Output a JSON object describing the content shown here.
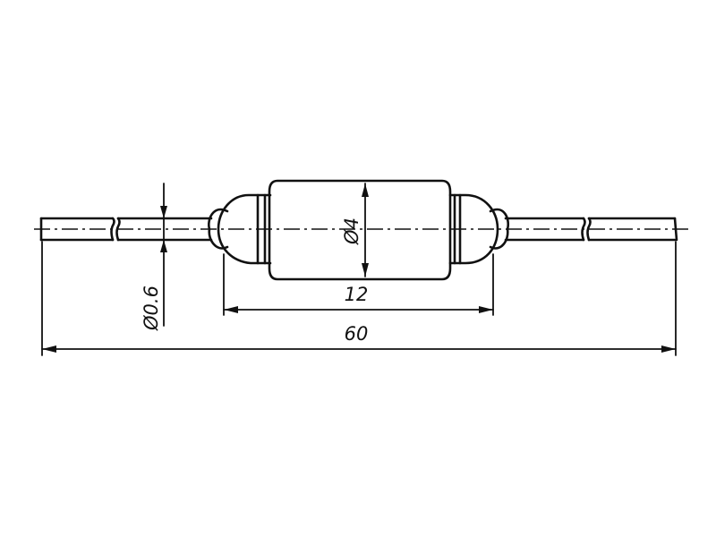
{
  "drawing": {
    "ink_color": "#111111",
    "background": "#ffffff",
    "dimensions": {
      "lead_diameter": "Ø0.6",
      "body_diameter": "Ø4",
      "body_length": "12",
      "total_length": "60"
    }
  }
}
